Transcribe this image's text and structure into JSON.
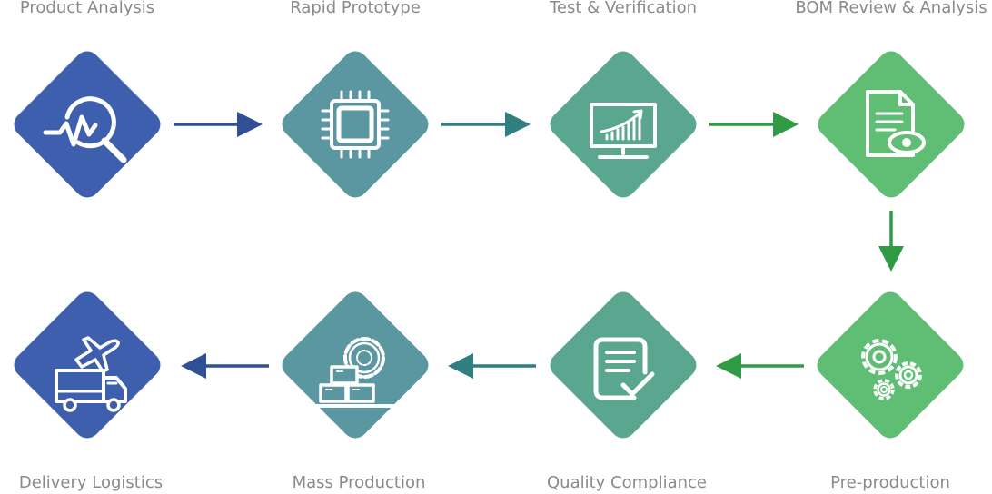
{
  "colors": {
    "blue": "#3d5fae",
    "teal": "#5b97a0",
    "sea": "#5ba68e",
    "green": "#5fbd74",
    "arrow_blue": "#2f4f96",
    "arrow_teal": "#2f7f80",
    "arrow_green": "#2f9c45",
    "label": "#8a8a8a"
  },
  "steps": [
    {
      "label": "Product Analysis",
      "icon": "magnifier-chart-icon"
    },
    {
      "label": "Rapid Prototype",
      "icon": "chip-icon"
    },
    {
      "label": "Test & Verification",
      "icon": "monitor-chart-icon"
    },
    {
      "label": "BOM Review & Analysis",
      "icon": "document-eye-icon"
    },
    {
      "label": "Pre-production",
      "icon": "gears-icon"
    },
    {
      "label": "Quality Compliance",
      "icon": "checklist-icon"
    },
    {
      "label": "Mass Production",
      "icon": "factory-gear-icon"
    },
    {
      "label": "Delivery Logistics",
      "icon": "truck-plane-icon"
    }
  ]
}
